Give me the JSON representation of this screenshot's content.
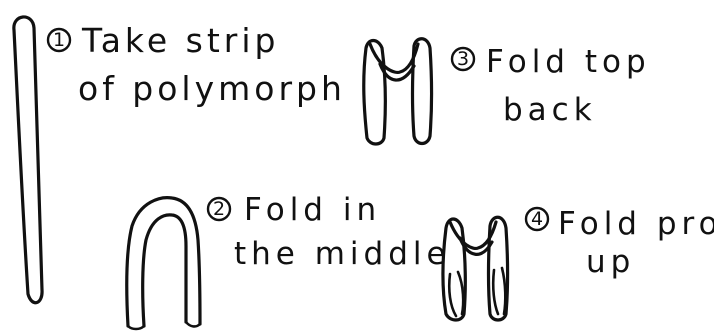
{
  "steps": [
    {
      "number": "1",
      "line1": "Take strip",
      "line2": "of polymorph"
    },
    {
      "number": "2",
      "line1": "Fold in",
      "line2": "the middle"
    },
    {
      "number": "3",
      "line1": "Fold top",
      "line2": "back"
    },
    {
      "number": "4",
      "line1": "Fold prongs",
      "line2": "up"
    }
  ],
  "colors": {
    "ink": "#111111",
    "background": "#ffffff"
  }
}
